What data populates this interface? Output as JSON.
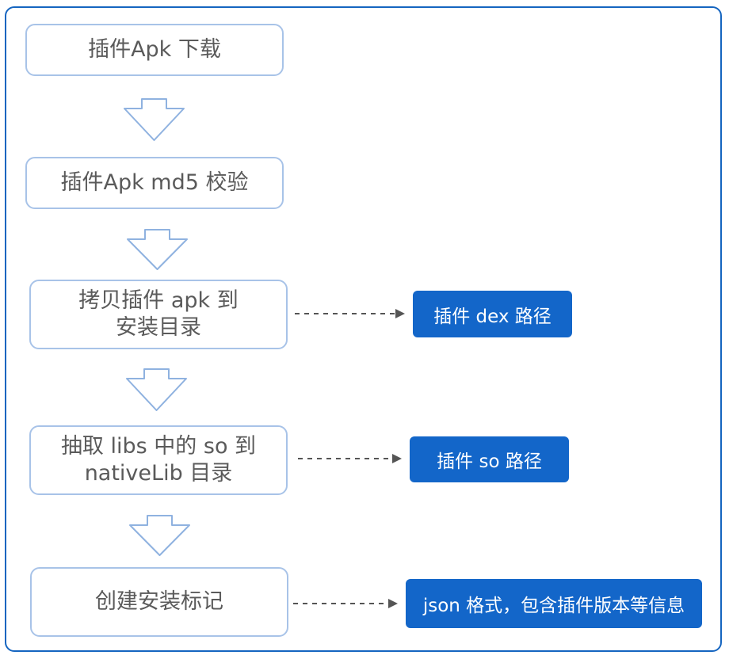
{
  "steps": [
    {
      "label": "插件Apk 下载"
    },
    {
      "label": "插件Apk md5 校验"
    },
    {
      "label": "拷贝插件 apk 到\n安装目录"
    },
    {
      "label": "抽取 libs 中的 so 到\nnativeLib 目录"
    },
    {
      "label": "创建安装标记"
    }
  ],
  "outputs": [
    {
      "label": "插件 dex 路径"
    },
    {
      "label": "插件 so 路径"
    },
    {
      "label": "json 格式，包含插件版本等信息"
    }
  ],
  "colors": {
    "frame_border": "#1565c0",
    "step_border": "#a8c3e8",
    "step_text": "#5a5a5a",
    "output_fill": "#1366c9",
    "output_text": "#ffffff",
    "arrow_outline": "#8fb2e0",
    "dashed_connector": "#555555"
  }
}
